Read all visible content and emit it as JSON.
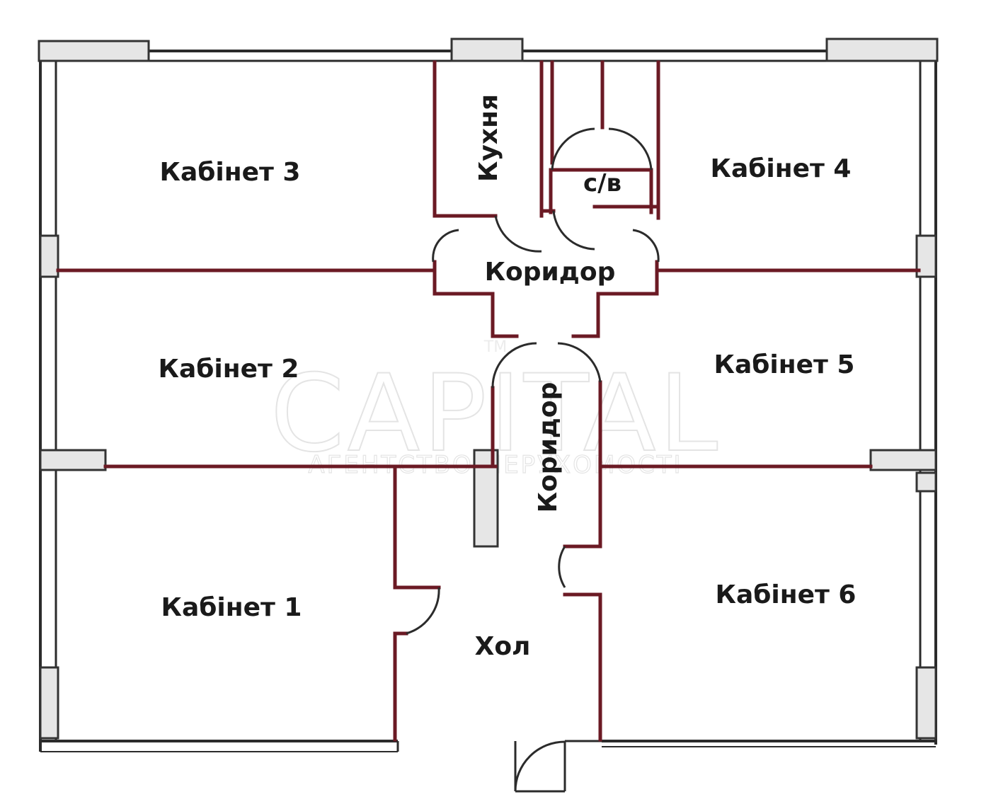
{
  "rooms": {
    "office_3": "Кабінет 3",
    "office_4": "Кабінет 4",
    "office_2": "Кабінет 2",
    "office_5": "Кабінет 5",
    "office_1": "Кабінет 1",
    "office_6": "Кабінет 6",
    "kitchen": "Кухня",
    "bathroom": "с/в",
    "corridor_upper": "Коридор",
    "corridor_middle": "Коридор",
    "hall": "Хол"
  },
  "watermark": {
    "brand": "CAPITAL",
    "tagline": "АГЕНТСТВО НЕРУХОМОСТІ",
    "top_word": "ТМ"
  },
  "colors": {
    "outer_wall": "#2b2b2b",
    "inner_wall": "#6b1a24",
    "window_fill": "#e6e6e6",
    "text": "#1a1a1a"
  }
}
